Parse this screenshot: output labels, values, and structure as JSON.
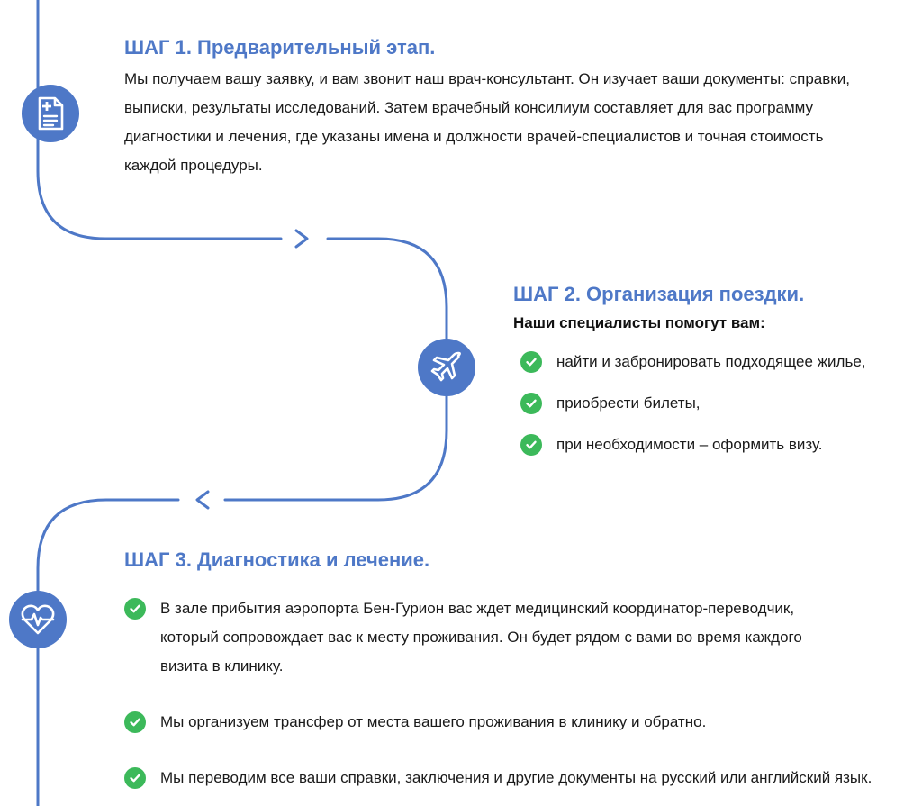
{
  "step1": {
    "title": "ШАГ 1. Предварительный этап.",
    "text": "Мы получаем вашу заявку, и вам звонит наш врач-консультант. Он изучает ваши документы: справки, выписки, результаты исследований. Затем врачебный консилиум составляет для вас программу диагностики и лечения, где указаны имена и должности врачей-специалистов и точная стоимость каждой процедуры.",
    "icon": "medical-document-icon"
  },
  "step2": {
    "title": "ШАГ 2. Организация поездки.",
    "subtitle": "Наши специалисты помогут вам:",
    "icon": "airplane-icon",
    "items": [
      "найти и забронировать подходящее жилье,",
      "приобрести билеты,",
      "при необходимости – оформить визу."
    ]
  },
  "step3": {
    "title": "ШАГ 3. Диагностика и лечение.",
    "icon": "heart-pulse-icon",
    "items": [
      "В зале прибытия аэропорта Бен-Гурион вас ждет медицинский координатор-переводчик, который сопровождает вас к месту проживания. Он будет рядом с вами во время каждого визита в клинику.",
      "Мы организуем трансфер от места вашего проживания в клинику и обратно.",
      "Мы переводим все ваши справки, заключения и другие документы на русский или английский язык."
    ]
  },
  "colors": {
    "accent": "#4e78c7",
    "check": "#3cb95a",
    "text": "#1a1a1a"
  }
}
